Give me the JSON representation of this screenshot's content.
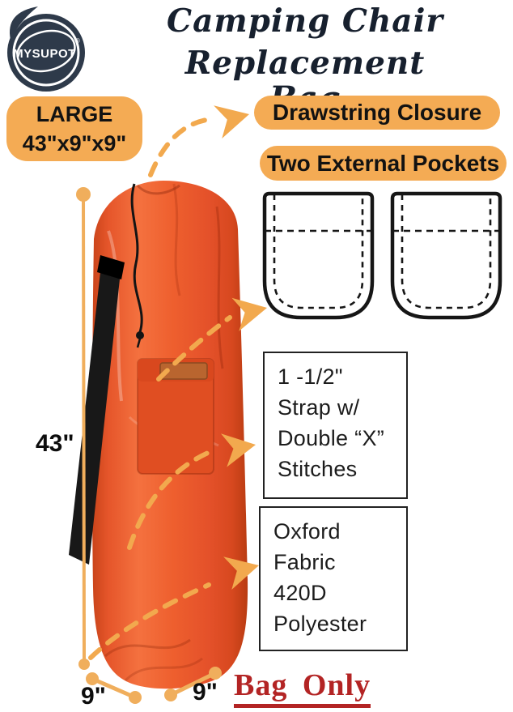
{
  "brand": {
    "name": "MYSUPOT",
    "reg_mark": "®"
  },
  "title": {
    "line1": "Camping Chair Replacement",
    "line2": "Bag"
  },
  "badges": {
    "size": {
      "line1": "LARGE",
      "line2": "43\"x9\"x9\""
    },
    "drawstring": "Drawstring Closure",
    "pockets": "Two External Pockets"
  },
  "feature_boxes": {
    "strap": {
      "line1": "1 -1/2\"",
      "line2": "Strap w/",
      "line3": "Double “X”",
      "line4": "Stitches"
    },
    "fabric": {
      "line1": "Oxford",
      "line2": "Fabric",
      "line3": "420D",
      "line4": "Polyester"
    }
  },
  "measurements": {
    "height": "43\"",
    "width": "9\"",
    "depth": "9\""
  },
  "footer": {
    "note": "Bag Only"
  },
  "colors": {
    "accent_orange": "#F4AB54",
    "arrow_orange": "#F2A94E",
    "bag_orange": "#E85529",
    "logo_navy": "#2E3A4A",
    "note_red": "#B32424"
  }
}
